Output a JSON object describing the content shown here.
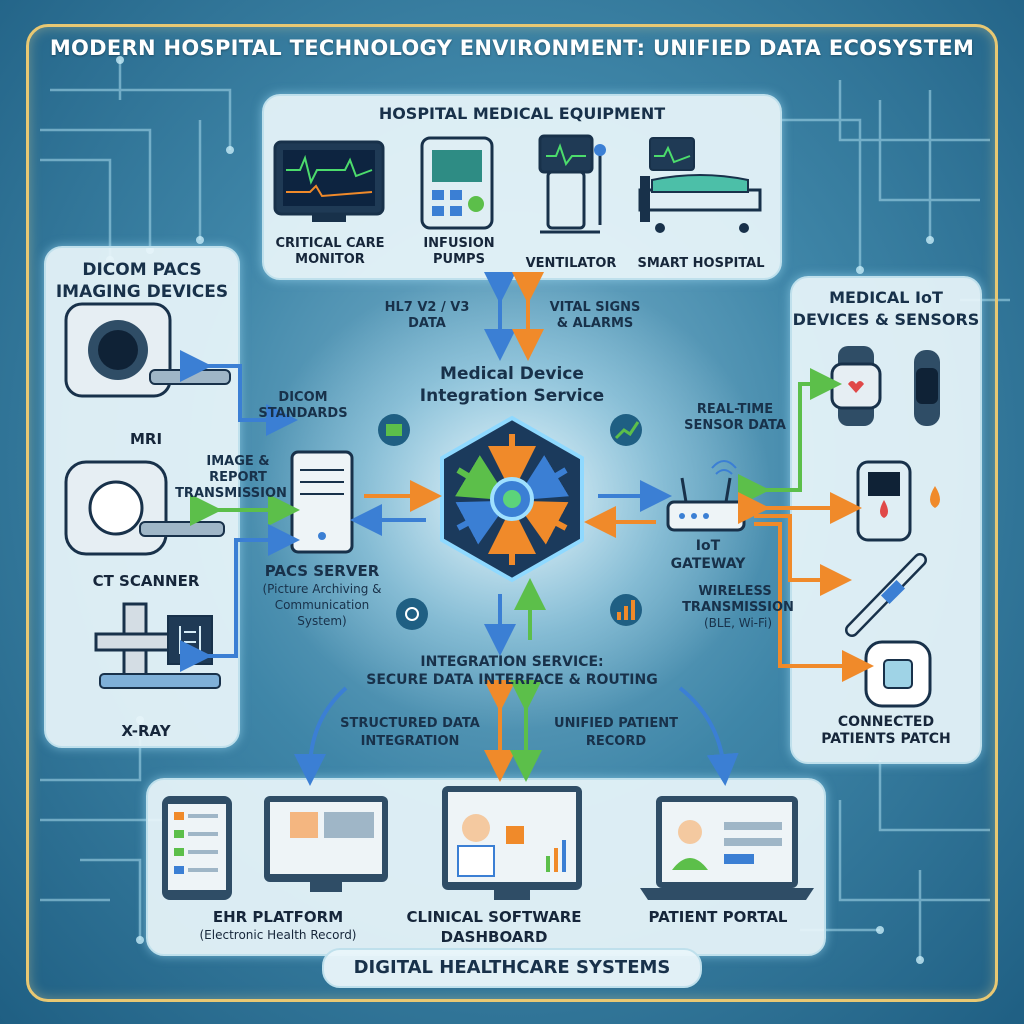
{
  "title": "MODERN HOSPITAL TECHNOLOGY ENVIRONMENT: UNIFIED DATA ECOSYSTEM",
  "equipment": {
    "header": "HOSPITAL MEDICAL EQUIPMENT",
    "items": [
      {
        "label": "CRITICAL CARE MONITOR",
        "icon": "patient-monitor-icon"
      },
      {
        "label": "INFUSION PUMPS",
        "icon": "infusion-pump-icon"
      },
      {
        "label": "VENTILATOR",
        "icon": "ventilator-icon"
      },
      {
        "label": "SMART HOSPITAL",
        "icon": "hospital-bed-icon"
      }
    ]
  },
  "imaging": {
    "header_line1": "DICOM PACS",
    "header_line2": "IMAGING DEVICES",
    "items": [
      {
        "label": "MRI",
        "icon": "mri-scanner-icon"
      },
      {
        "label": "CT SCANNER",
        "icon": "ct-scanner-icon"
      },
      {
        "label": "X-RAY",
        "icon": "x-ray-machine-icon"
      }
    ]
  },
  "iot": {
    "header_line1": "MEDICAL IoT",
    "header_line2": "DEVICES & SENSORS",
    "items": [
      {
        "label": "",
        "icon": "smartwatch-icon"
      },
      {
        "label": "",
        "icon": "glucose-meter-icon"
      },
      {
        "label": "",
        "icon": "thermometer-icon"
      },
      {
        "label": "CONNECTED PATIENTS PATCH",
        "icon": "sensor-patch-icon"
      }
    ]
  },
  "center": {
    "title_line1": "Medical Device",
    "title_line2": "Integration Service",
    "routing_line1": "INTEGRATION SERVICE:",
    "routing_line2": "SECURE DATA INTERFACE & ROUTING",
    "icon": "integration-hub-icon"
  },
  "pacs_server": {
    "label": "PACS SERVER",
    "sub_line1": "(Picture Archiving &",
    "sub_line2": "Communication",
    "sub_line3": "System)",
    "icon": "server-icon"
  },
  "iot_gateway": {
    "label_line1": "IoT",
    "label_line2": "GATEWAY",
    "icon": "router-icon"
  },
  "flows": {
    "hl7_line1": "HL7 V2 / V3",
    "hl7_line2": "DATA",
    "vitals_line1": "VITAL SIGNS",
    "vitals_line2": "& ALARMS",
    "dicom_line1": "DICOM",
    "dicom_line2": "STANDARDS",
    "image_line1": "IMAGE &",
    "image_line2": "REPORT",
    "image_line3": "TRANSMISSION",
    "realtime_line1": "REAL-TIME",
    "realtime_line2": "SENSOR DATA",
    "wireless_line1": "WIRELESS",
    "wireless_line2": "TRANSMISSION",
    "wireless_line3": "(BLE, Wi-Fi)",
    "structured_line1": "STRUCTURED DATA",
    "structured_line2": "INTEGRATION",
    "unified_line1": "UNIFIED PATIENT",
    "unified_line2": "RECORD"
  },
  "systems": {
    "items": [
      {
        "label": "EHR PLATFORM",
        "sub": "(Electronic Health Record)",
        "icon": "ehr-tablet-monitor-icon"
      },
      {
        "label_line1": "CLINICAL SOFTWARE",
        "label_line2": "DASHBOARD",
        "icon": "clinical-dashboard-icon"
      },
      {
        "label": "PATIENT PORTAL",
        "icon": "patient-portal-laptop-icon"
      }
    ],
    "footer": "DIGITAL HEALTHCARE SYSTEMS"
  },
  "colors": {
    "orange_arrow": "#f08a2a",
    "blue_arrow": "#3b7fd4",
    "green_arrow": "#5cbf4a",
    "panel": "#e8f5fa",
    "frame": "#e8c873"
  }
}
